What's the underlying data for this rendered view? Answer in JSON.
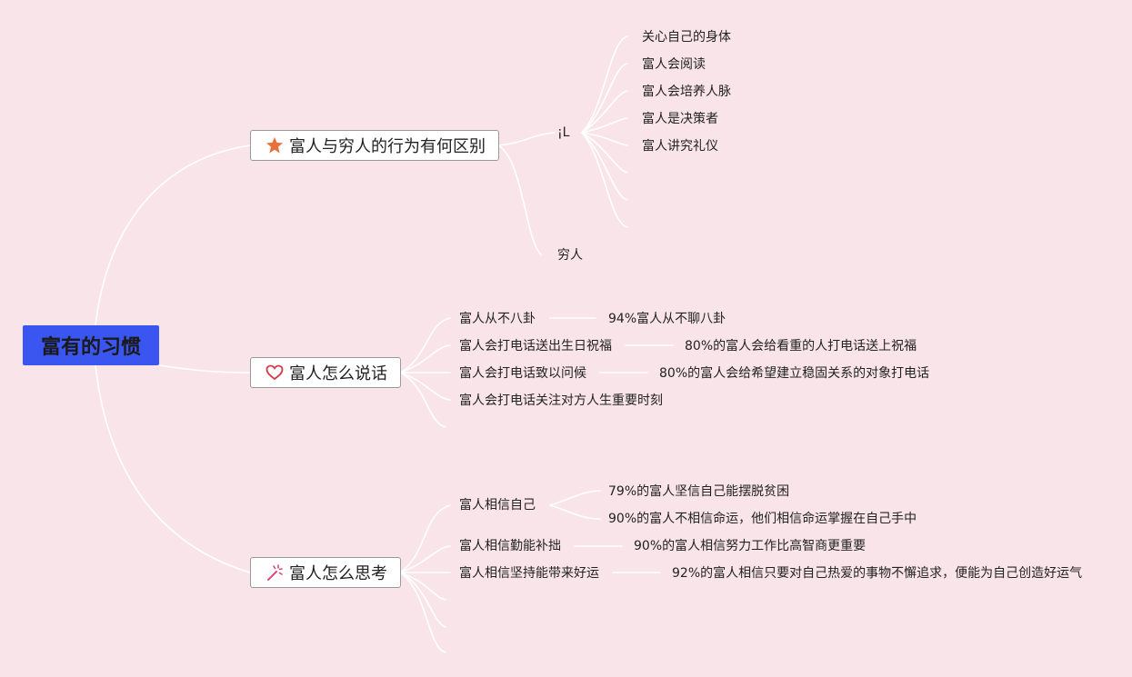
{
  "root": {
    "label": "富有的习惯"
  },
  "branches": [
    {
      "label": "富人与穷人的行为有何区别",
      "icon": "star-icon",
      "icon_color": "#e8703a",
      "groups": [
        {
          "label": "¡L",
          "items": [
            "关心自己的身体",
            "富人会阅读",
            "富人会培养人脉",
            "富人是决策者",
            "富人讲究礼仪"
          ]
        },
        {
          "label": "穷人"
        }
      ]
    },
    {
      "label": "富人怎么说话",
      "icon": "heart-icon",
      "icon_color": "#d23c4a",
      "items": [
        {
          "label": "富人从不八卦",
          "detail": "94%富人从不聊八卦"
        },
        {
          "label": "富人会打电话送出生日祝福",
          "detail": "80%的富人会给看重的人打电话送上祝福"
        },
        {
          "label": "富人会打电话致以问候",
          "detail": "80%的富人会给希望建立稳固关系的对象打电话"
        },
        {
          "label": "富人会打电话关注对方人生重要时刻"
        }
      ]
    },
    {
      "label": "富人怎么思考",
      "icon": "magic-wand-icon",
      "icon_color": "#d94a78",
      "items": [
        {
          "label": "富人相信自己",
          "details": [
            "79%的富人坚信自己能摆脱贫困",
            "90%的富人不相信命运，他们相信命运掌握在自己手中"
          ]
        },
        {
          "label": "富人相信勤能补拙",
          "detail": "90%的富人相信努力工作比高智商更重要"
        },
        {
          "label": "富人相信坚持能带来好运",
          "detail": "92%的富人相信只要对自己热爱的事物不懈追求，便能为自己创造好运气"
        }
      ]
    }
  ]
}
